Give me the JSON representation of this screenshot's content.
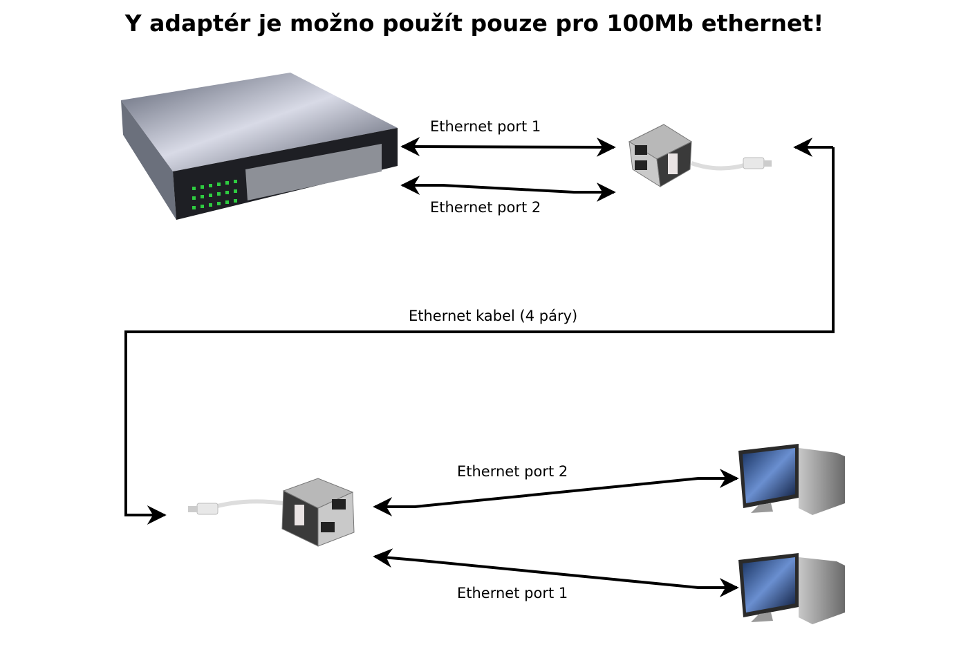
{
  "title": "Y adaptér je možno použít pouze pro 100Mb ethernet!",
  "labels": {
    "top_port1": "Ethernet port 1",
    "top_port2": "Ethernet port 2",
    "cable": "Ethernet kabel (4 páry)",
    "bottom_port2": "Ethernet port 2",
    "bottom_port1": "Ethernet port 1"
  },
  "colors": {
    "arrow": "#000000",
    "switch_led": "#2ecc40"
  }
}
